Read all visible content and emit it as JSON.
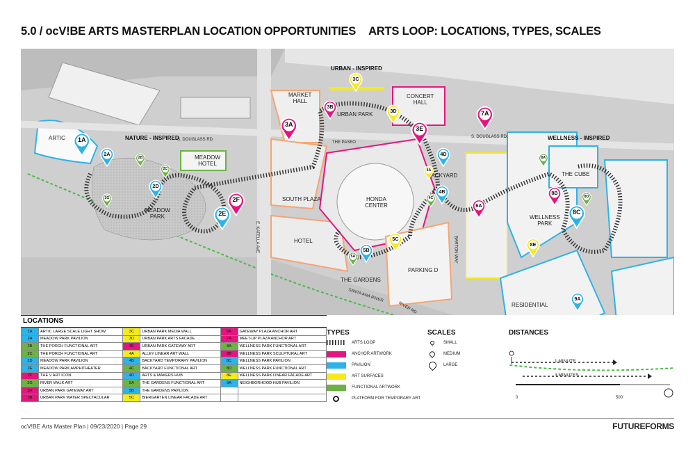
{
  "title": {
    "main": "5.0 / ocV!BE ARTS MASTERPLAN LOCATION OPPORTUNITIES",
    "sub": "ARTS LOOP: LOCATIONS, TYPES, SCALES"
  },
  "zones": {
    "urban": "URBAN - INSPIRED",
    "nature": "NATURE - INSPIRED",
    "wellness": "WELLNESS - INSPIRED"
  },
  "places": {
    "artic": "ARTIC",
    "market_hall": "MARKET\nHALL",
    "urban_park": "URBAN PARK",
    "concert_hall": "CONCERT\nHALL",
    "meadow_hotel": "MEADOW\nHOTEL",
    "meadow_park": "MEADOW\nPARK",
    "south_plaza": "SOUTH PLAZA",
    "honda_center": "HONDA\nCENTER",
    "hotel": "HOTEL",
    "the_gardens": "THE GARDENS",
    "parking_d": "PARKING D",
    "backyard": "BACKYARD",
    "the_cube": "THE CUBE",
    "wellness_park": "WELLNESS\nPARK",
    "residential": "RESIDENTIAL",
    "douglass_w": "S. DOUGLASS RD.",
    "douglass_e": "S. DOUGLASS RD.",
    "the_paseo": "THE PASEO",
    "katella": "E. KATELLA AVE",
    "santa_ana": "SANTA ANA RIVER",
    "river_rd": "RIVER RD",
    "barton": "BARTON WAY"
  },
  "pins": [
    {
      "id": "1A",
      "color": "#2db3e8",
      "size": "l"
    },
    {
      "id": "2A",
      "color": "#2db3e8",
      "size": "m"
    },
    {
      "id": "2B",
      "color": "#6cb244",
      "size": "s"
    },
    {
      "id": "2C",
      "color": "#6cb244",
      "size": "s"
    },
    {
      "id": "2D",
      "color": "#2db3e8",
      "size": "m"
    },
    {
      "id": "2E",
      "color": "#2db3e8",
      "size": "l"
    },
    {
      "id": "2F",
      "color": "#e4157f",
      "size": "l"
    },
    {
      "id": "2G",
      "color": "#6cb244",
      "size": "s"
    },
    {
      "id": "3A",
      "color": "#e4157f",
      "size": "l"
    },
    {
      "id": "3B",
      "color": "#e4157f",
      "size": "m"
    },
    {
      "id": "3C",
      "color": "#f4ea1c",
      "size": "m"
    },
    {
      "id": "3D",
      "color": "#f4ea1c",
      "size": "m"
    },
    {
      "id": "3E",
      "color": "#e4157f",
      "size": "l"
    },
    {
      "id": "4A",
      "color": "#f4ea1c",
      "size": "s"
    },
    {
      "id": "4B",
      "color": "#2db3e8",
      "size": "m"
    },
    {
      "id": "4C",
      "color": "#6cb244",
      "size": "s"
    },
    {
      "id": "4D",
      "color": "#2db3e8",
      "size": "m"
    },
    {
      "id": "5A",
      "color": "#6cb244",
      "size": "s"
    },
    {
      "id": "5B",
      "color": "#2db3e8",
      "size": "m"
    },
    {
      "id": "5C",
      "color": "#f4ea1c",
      "size": "m"
    },
    {
      "id": "6A",
      "color": "#e4157f",
      "size": "m"
    },
    {
      "id": "7A",
      "color": "#e4157f",
      "size": "l"
    },
    {
      "id": "8A",
      "color": "#6cb244",
      "size": "s"
    },
    {
      "id": "8B",
      "color": "#e4157f",
      "size": "m"
    },
    {
      "id": "8C",
      "color": "#2db3e8",
      "size": "l"
    },
    {
      "id": "8D",
      "color": "#6cb244",
      "size": "s"
    },
    {
      "id": "8E",
      "color": "#f4ea1c",
      "size": "m"
    },
    {
      "id": "9A",
      "color": "#2db3e8",
      "size": "m"
    }
  ],
  "locations": {
    "header": "LOCATIONS",
    "rows": [
      [
        {
          "c": "1A",
          "t": "ARTIC LARGE SCALE LIGHT SHOW",
          "bg": "#2db3e8"
        },
        {
          "c": "3C",
          "t": "URBAN PARK MEDIA WALL",
          "bg": "#f4ea1c"
        },
        {
          "c": "6A",
          "t": "GATEWAY PLAZA ANCHOR ART",
          "bg": "#e4157f"
        }
      ],
      [
        {
          "c": "2A",
          "t": "MEADOW PARK PAVILION",
          "bg": "#2db3e8"
        },
        {
          "c": "3D",
          "t": "URBAN PARK  ARTS FACADE",
          "bg": "#f4ea1c"
        },
        {
          "c": "7A",
          "t": "MEET-UP PLAZA ANCHOR ART",
          "bg": "#e4157f"
        }
      ],
      [
        {
          "c": "2B",
          "t": "THE PORCH FUNCTIONAL ART",
          "bg": "#6cb244"
        },
        {
          "c": "3E",
          "t": "URBAN PARK GATEWAY ART",
          "bg": "#e4157f"
        },
        {
          "c": "8A",
          "t": "WELLNESS PARK FUNCTIONAL ART",
          "bg": "#6cb244"
        }
      ],
      [
        {
          "c": "2C",
          "t": "THE PORCH FUNCTIONAL ART",
          "bg": "#6cb244"
        },
        {
          "c": "4A",
          "t": "ALLEY LINEAR ART WALL",
          "bg": "#f4ea1c"
        },
        {
          "c": "8B",
          "t": "WELLNESS PARK SCULPTURAL ART",
          "bg": "#e4157f"
        }
      ],
      [
        {
          "c": "2D",
          "t": "MEADOW PARK PAVILION",
          "bg": "#2db3e8"
        },
        {
          "c": "4B",
          "t": "BACKYARD TEMPORARY PAVILION",
          "bg": "#2db3e8"
        },
        {
          "c": "8C",
          "t": "WELLNESS PARK PAVILION",
          "bg": "#2db3e8"
        }
      ],
      [
        {
          "c": "2E",
          "t": "MEADOW PARK AMPHITHEATER",
          "bg": "#2db3e8"
        },
        {
          "c": "4C",
          "t": "BACKYARD FUNCTIONAL ART",
          "bg": "#6cb244"
        },
        {
          "c": "8D",
          "t": "WELLNESS PARK FUNCTIONAL ART",
          "bg": "#6cb244"
        }
      ],
      [
        {
          "c": "2F",
          "t": "THE V ART ICON",
          "bg": "#e4157f"
        },
        {
          "c": "4D",
          "t": "ARTS & MAKERS HUB",
          "bg": "#2db3e8"
        },
        {
          "c": "8E",
          "t": "WELLNESS PARK LINEAR FACADE ART",
          "bg": "#f4ea1c"
        }
      ],
      [
        {
          "c": "2G",
          "t": "RIVER WALK ART",
          "bg": "#6cb244"
        },
        {
          "c": "5A",
          "t": "THE GARDENS FUNCTIONAL ART",
          "bg": "#6cb244"
        },
        {
          "c": "9A",
          "t": "NEIGHBORHOOD HUB PAVILION",
          "bg": "#2db3e8"
        }
      ],
      [
        {
          "c": "3A",
          "t": "URBAN PARK GATEWAY ART",
          "bg": "#e4157f"
        },
        {
          "c": "5B",
          "t": "THE GARDENS PAVILION",
          "bg": "#2db3e8"
        },
        {
          "c": "",
          "t": "",
          "bg": "#ffffff"
        }
      ],
      [
        {
          "c": "3B",
          "t": "URBAN PARK WATER SPECTACULAR",
          "bg": "#e4157f"
        },
        {
          "c": "5C",
          "t": "BIERGARTEN LINEAR FACADE ART",
          "bg": "#f4ea1c"
        },
        {
          "c": "",
          "t": "",
          "bg": "#ffffff"
        }
      ]
    ]
  },
  "types": {
    "header": "TYPES",
    "items": [
      {
        "label": "ARTS LOOP",
        "swatch": "loop"
      },
      {
        "label": "ANCHOR ARTWORK",
        "swatch": "#e4157f"
      },
      {
        "label": "PAVILION",
        "swatch": "#2db3e8"
      },
      {
        "label": "ART SURFACES",
        "swatch": "#f4ea1c"
      },
      {
        "label": "FUNCTIONAL ARTWORK",
        "swatch": "#6cb244"
      },
      {
        "label": "PLATFORM FOR TEMPORARY ART",
        "swatch": "ring"
      }
    ]
  },
  "scales": {
    "header": "SCALES",
    "items": [
      "SMALL",
      "MEDIUM",
      "LARGE"
    ]
  },
  "distances": {
    "header": "DISTANCES",
    "walk": "1 MINUTE",
    "family": "3 MINUTES",
    "scale_start": "0",
    "scale_end": "500'"
  },
  "footer": {
    "left": "ocV!BE Arts Master Plan  |  09/23/2020  |  Page  29",
    "right": "FUTUREFORMS"
  }
}
